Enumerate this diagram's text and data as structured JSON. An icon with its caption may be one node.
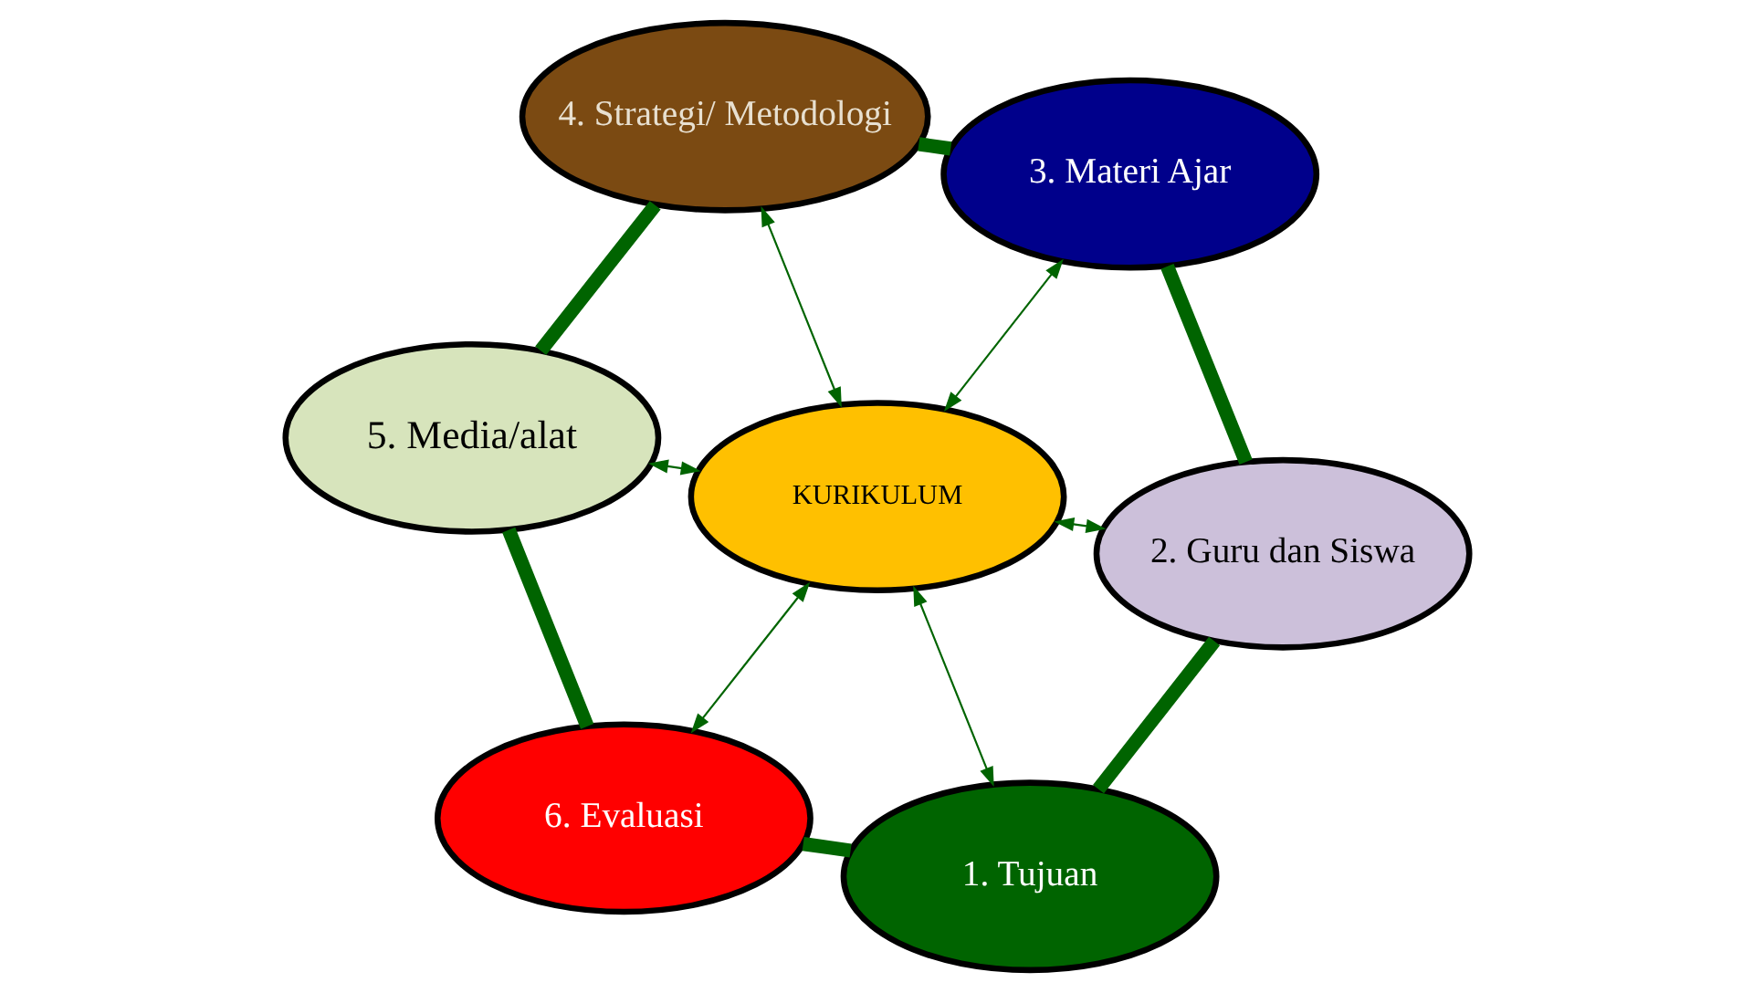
{
  "diagram": {
    "nodes": [
      {
        "text": [
          "KURIKULUM"
        ]
      },
      {
        "text": [
          "1. Tujuan"
        ]
      },
      {
        "text": [
          "2. Guru dan Siswa"
        ]
      },
      {
        "text": [
          "3. Materi Ajar"
        ]
      },
      {
        "text": [
          "4. Strategi/ Metodologi"
        ]
      },
      {
        "text": [
          "5. Media/alat"
        ]
      },
      {
        "text": [
          "6. Evaluasi"
        ]
      }
    ],
    "edges": [
      {
        "from": 6,
        "to": 1,
        "arrow": "none",
        "style": "thick"
      },
      {
        "from": 1,
        "to": 2,
        "arrow": "none",
        "style": "thick"
      },
      {
        "from": 2,
        "to": 3,
        "arrow": "none",
        "style": "thick"
      },
      {
        "from": 3,
        "to": 4,
        "arrow": "none",
        "style": "thick"
      },
      {
        "from": 4,
        "to": 5,
        "arrow": "none",
        "style": "thick"
      },
      {
        "from": 5,
        "to": 6,
        "arrow": "none",
        "style": "thick"
      },
      {
        "from": 0,
        "to": 1,
        "arrow": "both"
      },
      {
        "from": 0,
        "to": 2,
        "arrow": "both"
      },
      {
        "from": 0,
        "to": 3,
        "arrow": "both"
      },
      {
        "from": 0,
        "to": 4,
        "arrow": "both"
      },
      {
        "from": 0,
        "to": 5,
        "arrow": "both"
      },
      {
        "from": 0,
        "to": 6,
        "arrow": "both"
      }
    ]
  }
}
